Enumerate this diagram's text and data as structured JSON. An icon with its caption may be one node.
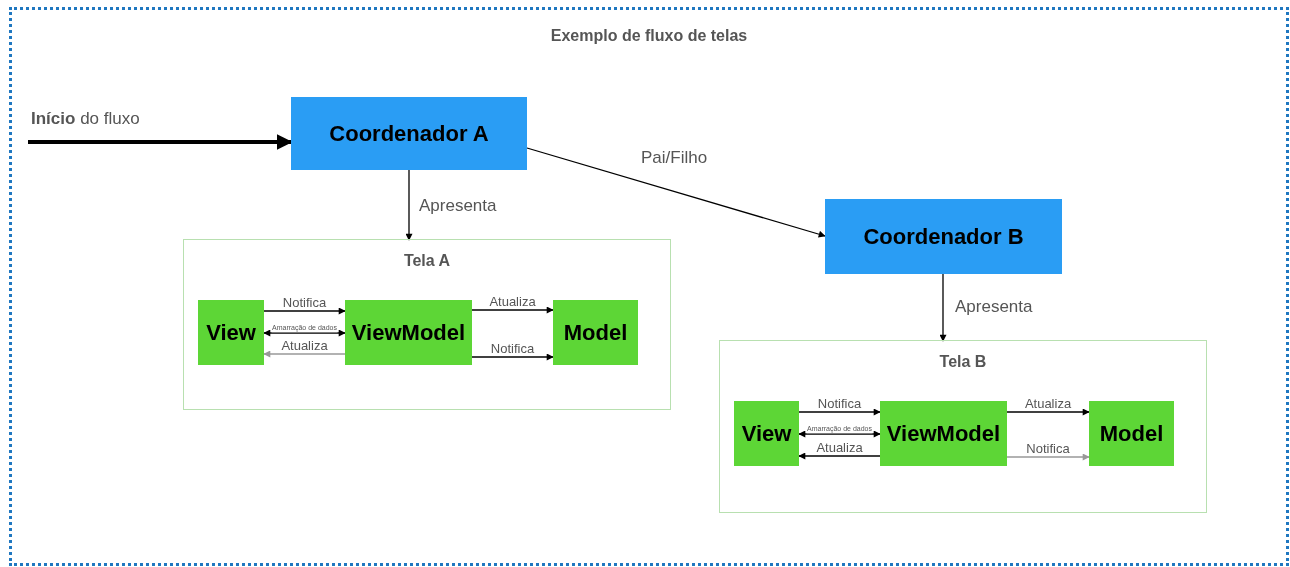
{
  "diagram": {
    "nodes": [
      {
        "text": [
          "Exemplo de fluxo de telas"
        ]
      },
      {
        "text": [
          "Coordenador A"
        ],
        "in": 0
      },
      {
        "text": [
          "Tela A"
        ],
        "in": 0
      },
      {
        "text": [
          "View"
        ],
        "in": 2
      },
      {
        "text": [
          "ViewModel"
        ],
        "in": 2
      },
      {
        "text": [
          "Model"
        ],
        "in": 2
      },
      {
        "text": [
          "Coordenador B"
        ],
        "in": 0
      },
      {
        "text": [
          "Tela B"
        ],
        "in": 0
      },
      {
        "text": [
          "View"
        ],
        "in": 7
      },
      {
        "text": [
          "ViewModel"
        ],
        "in": 7
      },
      {
        "text": [
          "Model"
        ],
        "in": 7
      }
    ],
    "edges": [
      {
        "from": null,
        "to": 1,
        "arrow": "to",
        "label": "**Início** do fluxo",
        "style": "thick"
      },
      {
        "from": 1,
        "to": 2,
        "arrow": "to",
        "label": "Apresenta"
      },
      {
        "from": 1,
        "to": 6,
        "arrow": "to",
        "label": "Pai/Filho"
      },
      {
        "from": 6,
        "to": 7,
        "arrow": "to",
        "label": "Apresenta"
      },
      {
        "from": 3,
        "to": 4,
        "arrow": "to",
        "label": "Notifica"
      },
      {
        "from": 3,
        "to": 4,
        "arrow": "both",
        "label": "Amarração de dados"
      },
      {
        "from": 4,
        "to": 3,
        "arrow": "to",
        "label": "Atualiza",
        "color": "#999999"
      },
      {
        "from": 4,
        "to": 5,
        "arrow": "to",
        "label": "Atualiza"
      },
      {
        "from": 4,
        "to": 5,
        "arrow": "to",
        "label": "Notifica"
      },
      {
        "from": 8,
        "to": 9,
        "arrow": "to",
        "label": "Notifica"
      },
      {
        "from": 8,
        "to": 9,
        "arrow": "both",
        "label": "Amarração de dados"
      },
      {
        "from": 9,
        "to": 8,
        "arrow": "to",
        "label": "Atualiza"
      },
      {
        "from": 9,
        "to": 10,
        "arrow": "to",
        "label": "Atualiza"
      },
      {
        "from": 9,
        "to": 10,
        "arrow": "to",
        "label": "Notifica",
        "color": "#999999"
      }
    ]
  }
}
